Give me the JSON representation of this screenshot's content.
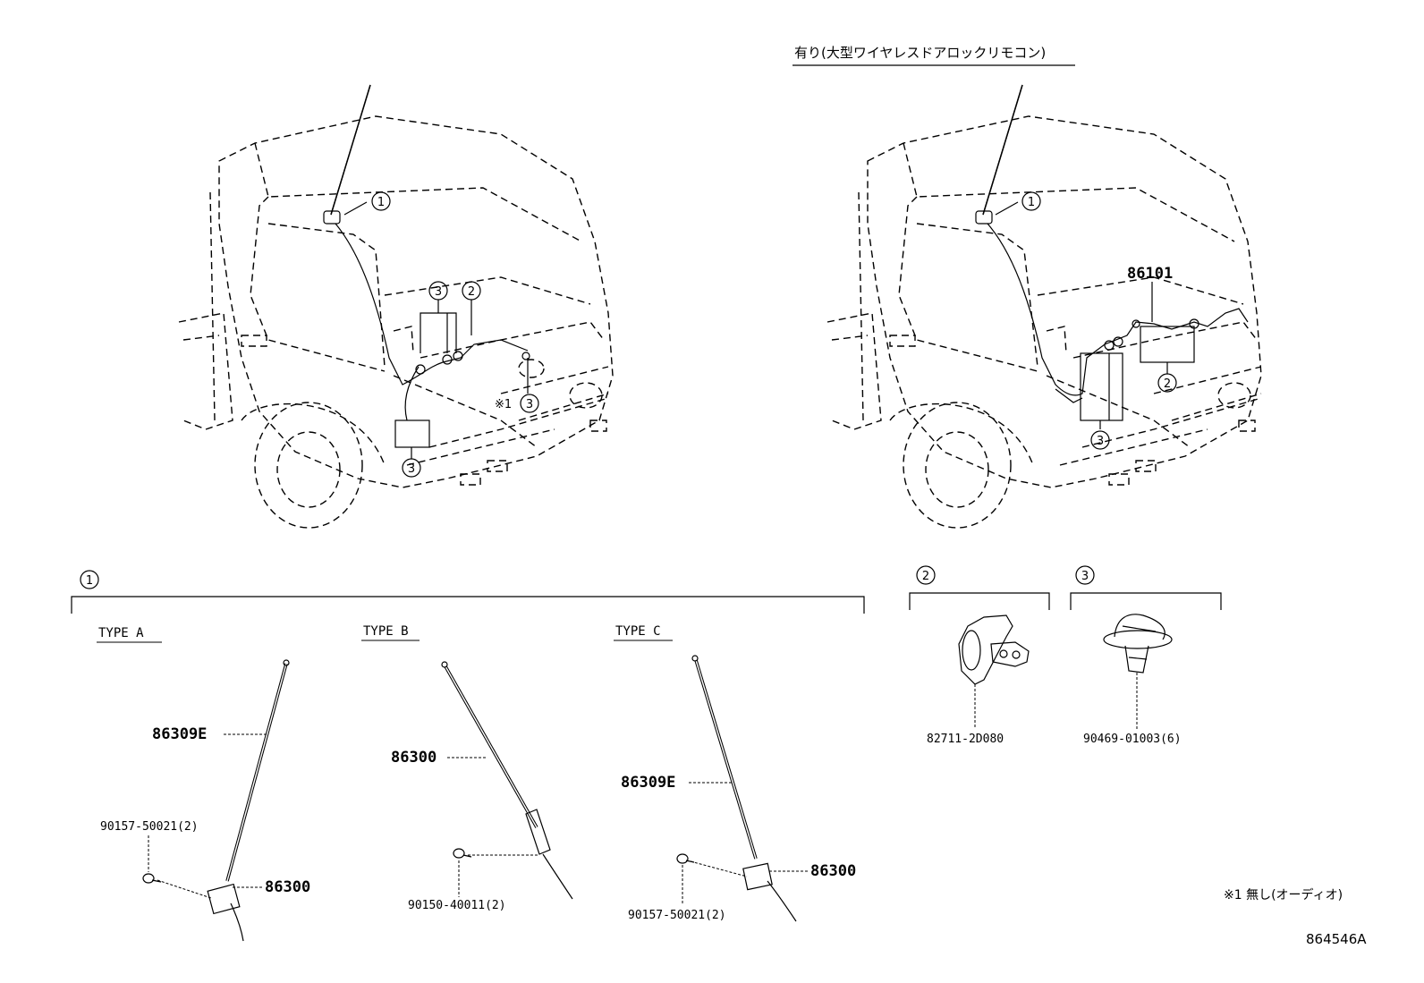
{
  "header": {
    "optional_caption": "有り(大型ワイヤレスドアロックリモコン)"
  },
  "callouts": {
    "c1": "1",
    "c2": "2",
    "c3": "3"
  },
  "left_truck": {
    "note_mark": "※1"
  },
  "right_truck": {
    "harness_part": "86101"
  },
  "section1": {
    "number": "1",
    "type_a": {
      "title": "TYPE A",
      "rod_part": "86309E",
      "base_part": "86300",
      "screw_part": "90157-50021(2)"
    },
    "type_b": {
      "title": "TYPE B",
      "rod_part": "86300",
      "screw_part": "90150-40011(2)"
    },
    "type_c": {
      "title": "TYPE C",
      "rod_part": "86309E",
      "base_part": "86300",
      "screw_part": "90157-50021(2)"
    }
  },
  "section2": {
    "number": "2",
    "part": "82711-2D080"
  },
  "section3": {
    "number": "3",
    "part": "90469-01003(6)"
  },
  "footnote": "※1 無し(オーディオ)",
  "drawing_id": "864546A"
}
